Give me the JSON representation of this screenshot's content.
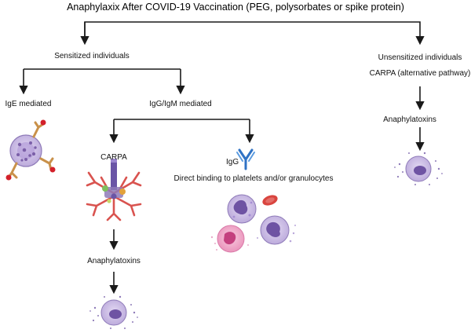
{
  "title": "Anaphylaxix After COVID-19 Vaccination (PEG, polysorbates or spike protein)",
  "nodes": {
    "sensitized": "Sensitized individuals",
    "unsensitized": "Unsensitized individuals",
    "carpa_alt": "CARPA (alternative pathway)",
    "anaphylatoxins_right": "Anaphylatoxins",
    "ige": "IgE mediated",
    "igg_igm": "IgG/IgM mediated",
    "carpa": "CARPA",
    "igg": "IgG",
    "direct_binding": "Direct binding to platelets and/or granulocytes",
    "anaphylatoxins_left": "Anaphylatoxins"
  },
  "colors": {
    "arrow": "#1a1a1a",
    "cell_fill": "#cbbde3",
    "cell_stroke": "#8e7ab8",
    "nucleus": "#7b5fa8",
    "antibody_ige": "#c9914a",
    "antibody_red_tip": "#d3202a",
    "antibody_igg": "#2f72c4",
    "carpa_red": "#d9534f",
    "carpa_purple": "#6a55a6",
    "neutrophil_pink": "#ef9ec4",
    "platelet_red": "#d9453f"
  },
  "icons": [
    "mast-cell-ige-icon",
    "carpa-complex-icon",
    "igg-antibody-icon",
    "platelet-icon",
    "granulocyte-icon",
    "degranulating-cell-icon"
  ]
}
